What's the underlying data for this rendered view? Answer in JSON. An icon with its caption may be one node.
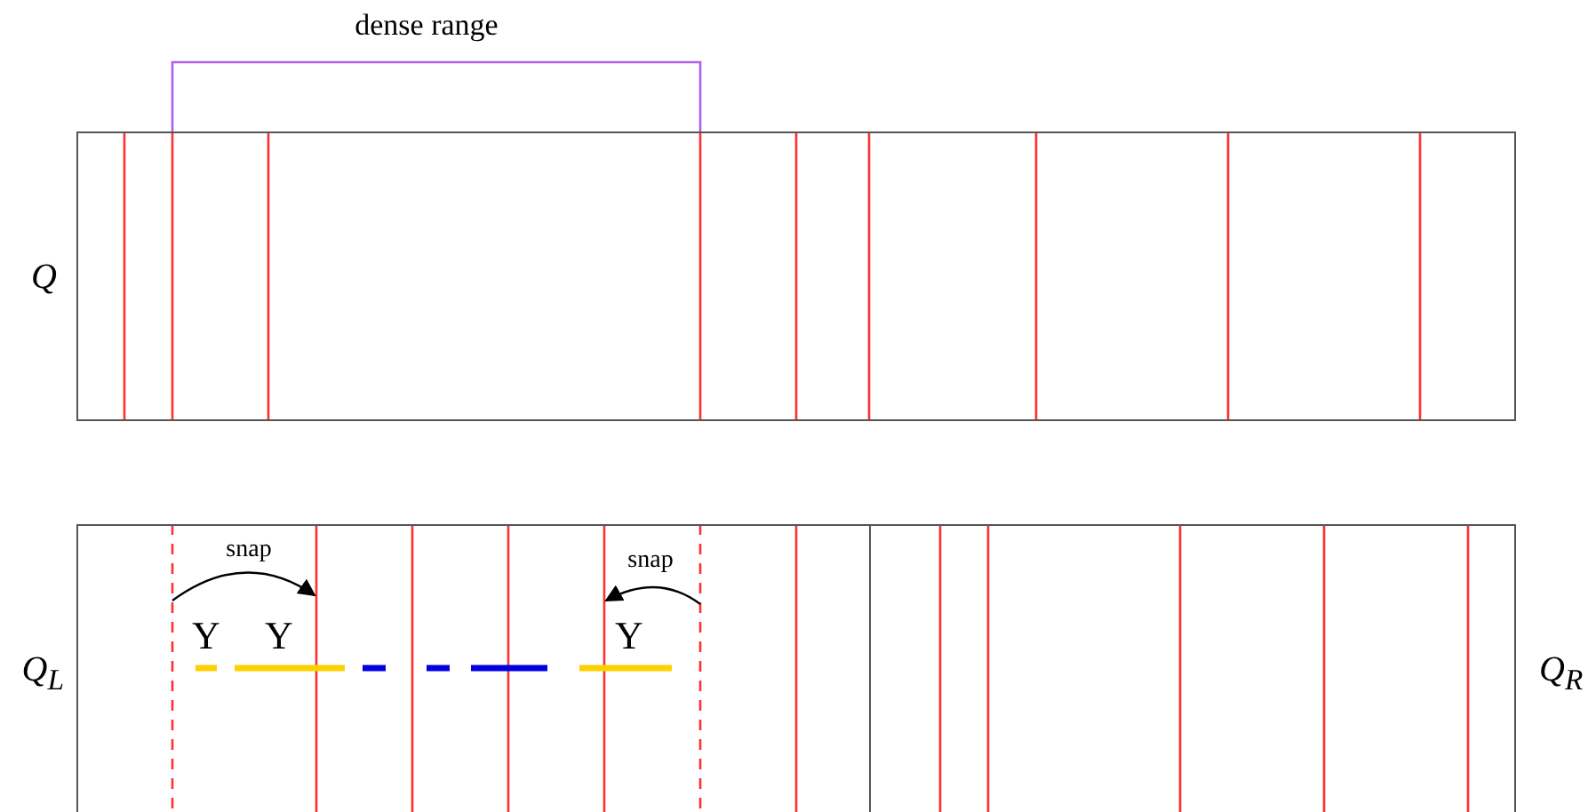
{
  "diagram": {
    "nodes": [
      {
        "text": [
          "Q"
        ]
      },
      {
        "text": [
          "Q$_{L}$"
        ]
      },
      {
        "text": [
          "Q$_{R}$"
        ]
      }
    ],
    "edges": [],
    "labels": [
      "dense range",
      "snap",
      "snap",
      "Y",
      "Y",
      "Y"
    ]
  }
}
